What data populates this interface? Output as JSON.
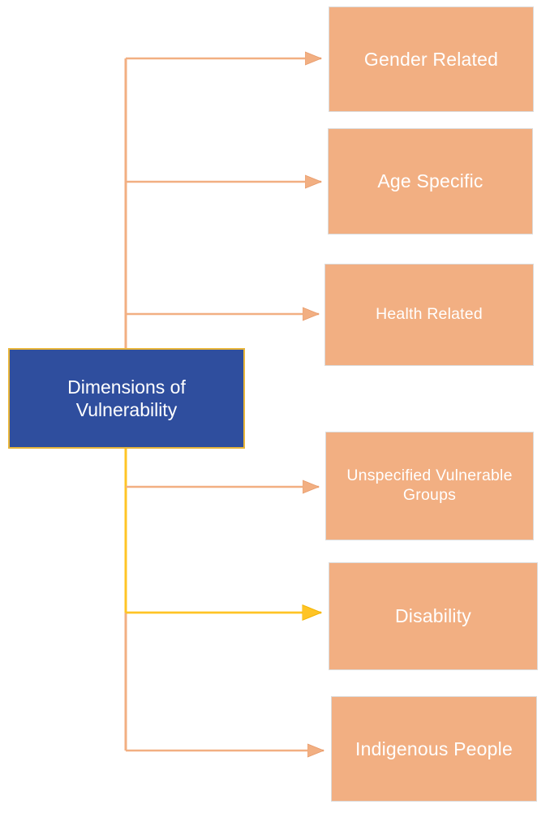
{
  "diagram": {
    "title": "Dimensions of Vulnerability",
    "type": "hierarchy-tree",
    "colors": {
      "root_fill": "#2F4E9E",
      "root_border": "#E8B53A",
      "branch_fill": "#F2AF82",
      "branch_border": "#DCDCDC",
      "connector_orange": "#F2AF82",
      "connector_highlight_yellow": "#FFC425",
      "text": "#FFFFFF",
      "background": "#FFFFFF"
    },
    "root": {
      "label_line1": "Dimensions of",
      "label_line2": "Vulnerability"
    },
    "branches": [
      {
        "id": "gender-related",
        "label": "Gender Related",
        "connector_color": "#F2AF82",
        "highlighted": false
      },
      {
        "id": "age-specific",
        "label": "Age Specific",
        "connector_color": "#F2AF82",
        "highlighted": false
      },
      {
        "id": "health-related",
        "label": "Health Related",
        "connector_color": "#F2AF82",
        "highlighted": false
      },
      {
        "id": "unspecified-vulnerable-groups",
        "label": "Unspecified Vulnerable Groups",
        "connector_color": "#F2AF82",
        "highlighted": false
      },
      {
        "id": "disability",
        "label": "Disability",
        "connector_color": "#FFC425",
        "highlighted": true
      },
      {
        "id": "indigenous-people",
        "label": "Indigenous People",
        "connector_color": "#F2AF82",
        "highlighted": false
      }
    ]
  }
}
